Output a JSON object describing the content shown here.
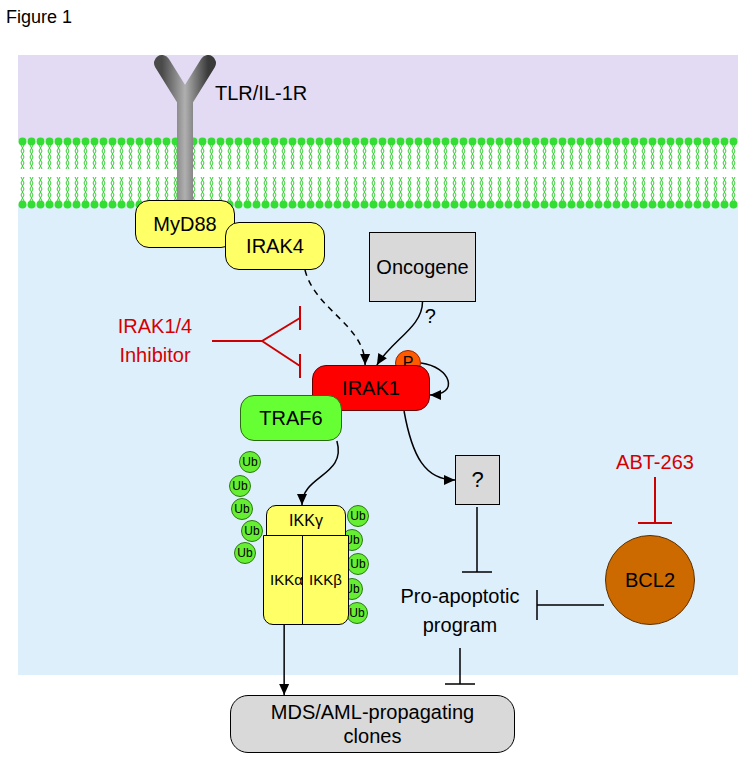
{
  "diagram": {
    "title": "Figure 1",
    "nodes": [
      {
        "text": [
          "TLR/IL-1R"
        ]
      },
      {
        "text": [
          "MyD88"
        ]
      },
      {
        "text": [
          "IRAK4"
        ]
      },
      {
        "text": [
          "Oncogene"
        ]
      },
      {
        "text": [
          "P"
        ]
      },
      {
        "text": [
          "IRAK1"
        ]
      },
      {
        "text": [
          "TRAF6"
        ]
      },
      {
        "text": [
          "Ub"
        ]
      },
      {
        "text": [
          "Ub"
        ]
      },
      {
        "text": [
          "Ub"
        ]
      },
      {
        "text": [
          "Ub"
        ]
      },
      {
        "text": [
          "Ub"
        ]
      },
      {
        "text": [
          "Ub"
        ]
      },
      {
        "text": [
          "Ub"
        ]
      },
      {
        "text": [
          "Ub"
        ]
      },
      {
        "text": [
          "Ub"
        ]
      },
      {
        "text": [
          "Ub"
        ]
      },
      {
        "text": [
          "?"
        ]
      },
      {
        "text": [
          "IKKγ"
        ]
      },
      {
        "text": [
          "IKKα"
        ]
      },
      {
        "text": [
          "IKKβ"
        ]
      },
      {
        "text": [
          "BCL2"
        ]
      },
      {
        "text": [
          "MDS/AML-propagating clones"
        ]
      }
    ],
    "edges": [
      {
        "from": 2,
        "to": 5,
        "arrow": "to"
      },
      {
        "from": 3,
        "to": 5,
        "label": "?",
        "arrow": "to"
      },
      {
        "from": 4,
        "to": 5,
        "arrow": "to"
      },
      {
        "from": 5,
        "to": 17,
        "arrow": "to"
      },
      {
        "from": 6,
        "to": 18,
        "arrow": "to"
      },
      {
        "from": 19,
        "to": 22,
        "arrow": "to"
      }
    ],
    "labels": [
      "IRAK1/4 Inhibitor",
      "ABT-263",
      "Pro-apoptotic program"
    ]
  }
}
